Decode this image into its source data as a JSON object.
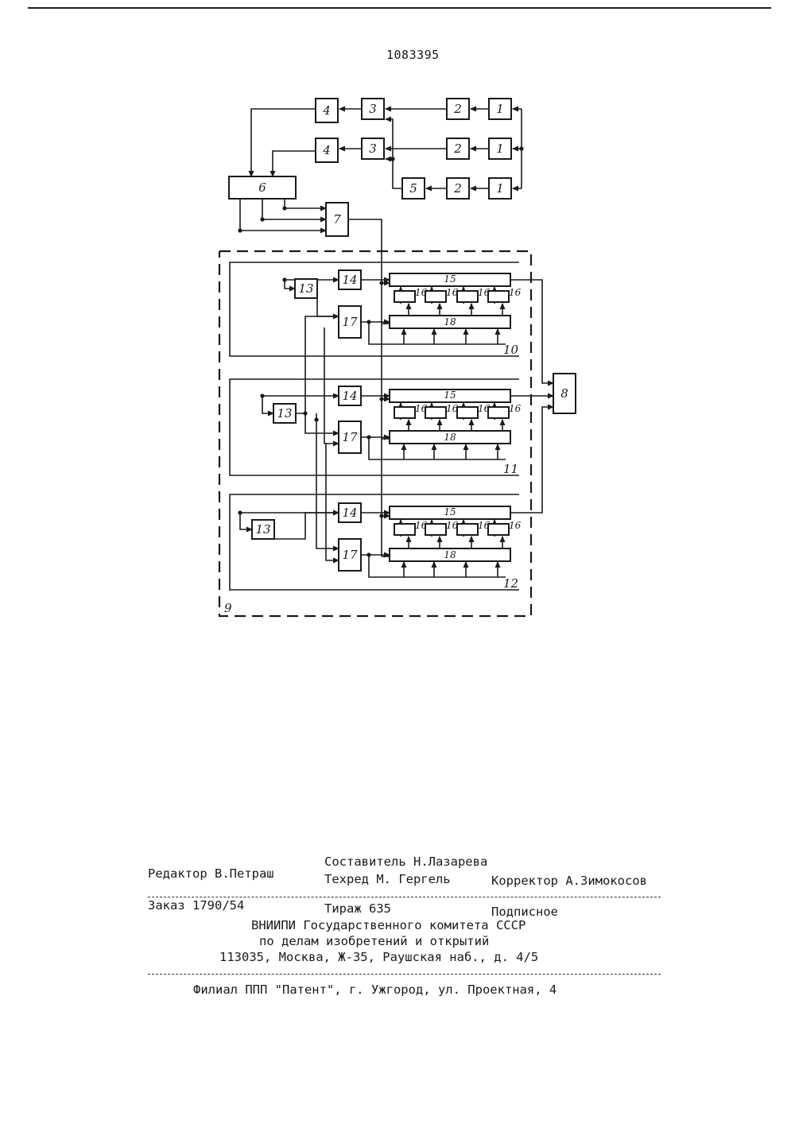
{
  "header": {
    "patent_number": "1083395"
  },
  "diagram": {
    "block_labels": {
      "b1": "1",
      "b2": "2",
      "b3": "3",
      "b4": "4",
      "b5": "5",
      "b6": "6",
      "b7": "7",
      "b8": "8",
      "b9": "9",
      "b10": "10",
      "b11": "11",
      "b12": "12",
      "b13": "13",
      "b14": "14",
      "b15": "15",
      "b16": "16",
      "b17": "17",
      "b18": "18"
    }
  },
  "colophon": {
    "compiler": "Составитель Н.Лазарева",
    "editor": "Редактор В.Петраш",
    "tech_editor": "Техред М. Гергель",
    "proofreader": "Корректор А.Зимокосов",
    "order": "Заказ 1790/54",
    "circulation": "Тираж 635",
    "subscription": "Подписное",
    "org_line1": "ВНИИПИ Государственного комитета СССР",
    "org_line2": "по делам изобретений и открытий",
    "address": "113035, Москва, Ж-35, Раушская наб., д. 4/5",
    "branch": "Филиал ППП \"Патент\", г. Ужгород, ул. Проектная, 4"
  }
}
